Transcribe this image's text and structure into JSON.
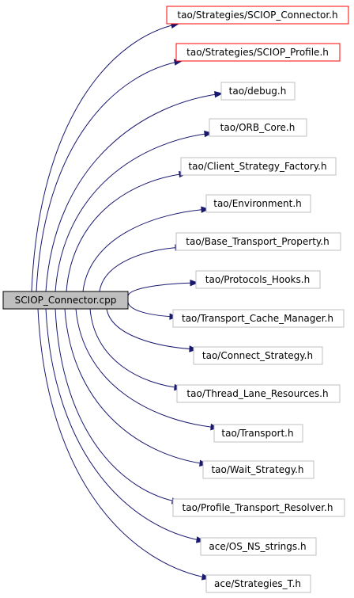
{
  "root": {
    "label": "SCIOP_Connector.cpp"
  },
  "includes": [
    {
      "label": "tao/Strategies/SCIOP_Connector.h",
      "has_border_highlight": true
    },
    {
      "label": "tao/Strategies/SCIOP_Profile.h",
      "has_border_highlight": true
    },
    {
      "label": "tao/debug.h"
    },
    {
      "label": "tao/ORB_Core.h"
    },
    {
      "label": "tao/Client_Strategy_Factory.h"
    },
    {
      "label": "tao/Environment.h"
    },
    {
      "label": "tao/Base_Transport_Property.h"
    },
    {
      "label": "tao/Protocols_Hooks.h"
    },
    {
      "label": "tao/Transport_Cache_Manager.h"
    },
    {
      "label": "tao/Connect_Strategy.h"
    },
    {
      "label": "tao/Thread_Lane_Resources.h"
    },
    {
      "label": "tao/Transport.h"
    },
    {
      "label": "tao/Wait_Strategy.h"
    },
    {
      "label": "tao/Profile_Transport_Resolver.h"
    },
    {
      "label": "ace/OS_NS_strings.h"
    },
    {
      "label": "ace/Strategies_T.h"
    }
  ],
  "colors": {
    "edge": "#191970",
    "root_fill": "#bfbfbf",
    "node_border": "#bfbfbf",
    "highlight_border": "#ff0000"
  }
}
